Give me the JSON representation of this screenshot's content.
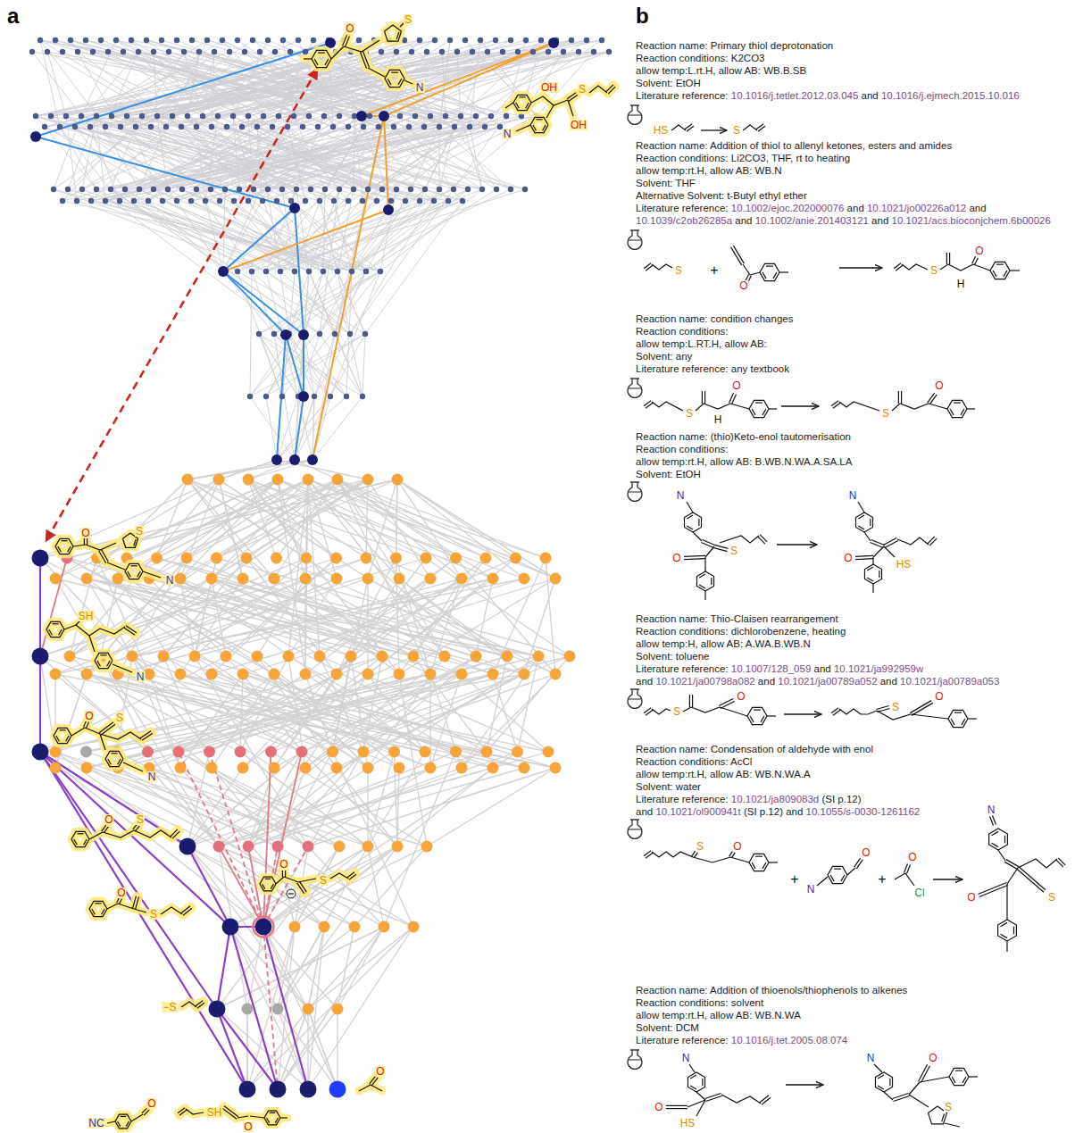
{
  "diagram": {
    "labels": [
      "a",
      "b",
      "O",
      "S",
      "N",
      "OH",
      "S",
      "OH",
      "N",
      "O",
      "S",
      "N",
      "SH",
      "N",
      "O",
      "S",
      "N",
      "O",
      "S",
      "O",
      "S",
      "O",
      "S",
      "−S",
      "SH",
      "NC",
      "O",
      "O",
      "O",
      "Reaction name: Primary thiol deprotonation",
      "Reaction conditions: K2CO3",
      "allow temp:L.rt.H, allow AB: WB.B.SB",
      "Solvent: EtOH",
      "Literature reference: 10.1016/j.tetlet.2012.03.045 and 10.1016/j.ejmech.2015.10.016",
      "HS",
      "S",
      "Reaction name: Addition of thiol to allenyl ketones, esters and amides",
      "Reaction conditions: Li2CO3, THF, rt to heating",
      "allow temp:rt.H, allow AB: WB.N",
      "Solvent: THF",
      "Alternative Solvent: t-Butyl ethyl ether",
      "Literature reference: 10.1002/ejoc.202000076 and 10.1021/jo00226a012 and",
      "10.1039/c2ob26285a and 10.1002/anie.201403121 and 10.1021/acs.bioconjchem.6b00026",
      "S",
      "+",
      "O",
      "S",
      "O",
      "H",
      "Reaction name: condition changes",
      "Reaction conditions:",
      "allow temp:L.RT.H, allow AB:",
      "Solvent: any",
      "Literature reference: any textbook",
      "S",
      "O",
      "H",
      "S",
      "O",
      "Reaction name: (thio)Keto-enol tautomerisation",
      "Reaction conditions:",
      "allow temp:rt.H, allow AB: B.WB.N.WA.A.SA.LA",
      "Solvent: EtOH",
      "N",
      "O",
      "S",
      "N",
      "O",
      "HS",
      "Reaction name: Thio-Claisen rearrangement",
      "Reaction conditions: dichlorobenzene, heating",
      "allow temp:H, allow AB: A.WA.B.WB.N",
      "Solvent: toluene",
      "Literature reference: 10.1007/128_059 and 10.1021/ja992959w",
      "and 10.1021/ja00798a082 and 10.1021/ja00789a052 and 10.1021/ja00789a053",
      "S",
      "O",
      "S",
      "O",
      "Reaction name: Condensation of aldehyde with enol",
      "Reaction conditions: AcCl",
      "allow temp:rt.H, allow AB: WB.N.WA.A",
      "Solvent: water",
      "Literature reference: 10.1021/ja809083d (SI p.12)",
      "and 10.1021/ol900941t (SI p.12) and 10.1055/s-0030-1261162",
      "S",
      "O",
      "+",
      "N",
      "O",
      "+",
      "O",
      "Cl",
      "N",
      "O",
      "S",
      "Reaction name: Addition of thioenols/thiophenols to alkenes",
      "Reaction conditions: solvent",
      "allow temp:rt.H, allow AB: WB.N.WA",
      "Solvent: DCM",
      "Literature reference: 10.1016/j.tet.2005.08.074",
      "N",
      "O",
      "HS",
      "N",
      "O",
      "S"
    ]
  }
}
